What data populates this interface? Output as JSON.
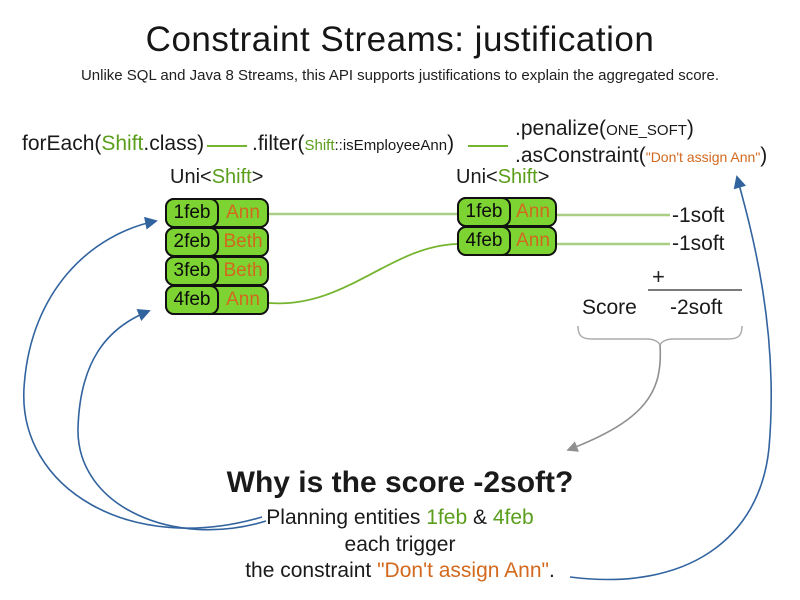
{
  "title": "Constraint Streams: justification",
  "subtitle": "Unlike SQL and Java 8 Streams, this API supports justifications to explain the aggregated score.",
  "code": {
    "foreach": {
      "pre": "forEach(",
      "arg": "Shift",
      "post": ".class)"
    },
    "filter": {
      "pre": ".filter(",
      "arg_class": "Shift",
      "arg_method": "::isEmployeeAnn",
      "post": ")"
    },
    "penalize": {
      "pre": ".penalize(",
      "arg": "ONE_SOFT",
      "post": ")"
    },
    "as_constraint": {
      "pre": ".asConstraint(",
      "arg": "\"Don't assign Ann\"",
      "post": ")"
    }
  },
  "streams": {
    "left": {
      "type_label": {
        "pre": "Uni<",
        "arg": "Shift",
        "post": ">"
      },
      "rows": [
        {
          "date": "1feb",
          "employee": "Ann"
        },
        {
          "date": "2feb",
          "employee": "Beth"
        },
        {
          "date": "3feb",
          "employee": "Beth"
        },
        {
          "date": "4feb",
          "employee": "Ann"
        }
      ]
    },
    "right": {
      "type_label": {
        "pre": "Uni<",
        "arg": "Shift",
        "post": ">"
      },
      "rows": [
        {
          "date": "1feb",
          "employee": "Ann"
        },
        {
          "date": "4feb",
          "employee": "Ann"
        }
      ]
    }
  },
  "score_panel": {
    "penalties": [
      "-1soft",
      "-1soft"
    ],
    "plus": "+",
    "score_label": "Score",
    "score_value": "-2soft"
  },
  "explanation": {
    "heading": "Why is the score -2soft?",
    "line1": {
      "pre": "Planning entities ",
      "entity1": "1feb",
      "amp": " & ",
      "entity2": "4feb"
    },
    "line2": "each trigger",
    "line3": {
      "pre": "the constraint ",
      "constraint": "\"Don't assign Ann\"",
      "post": "."
    }
  },
  "colors": {
    "text": "#1a1a1a",
    "green_text": "#5a9e1c",
    "green_fill": "#7cd332",
    "green_line_pale": "#a9cf85",
    "green_line": "#74b42e",
    "orange_text": "#d2691e",
    "blue_arrow": "#31639f",
    "gray_arrow": "#8f8f8f",
    "brace": "#ababab"
  }
}
